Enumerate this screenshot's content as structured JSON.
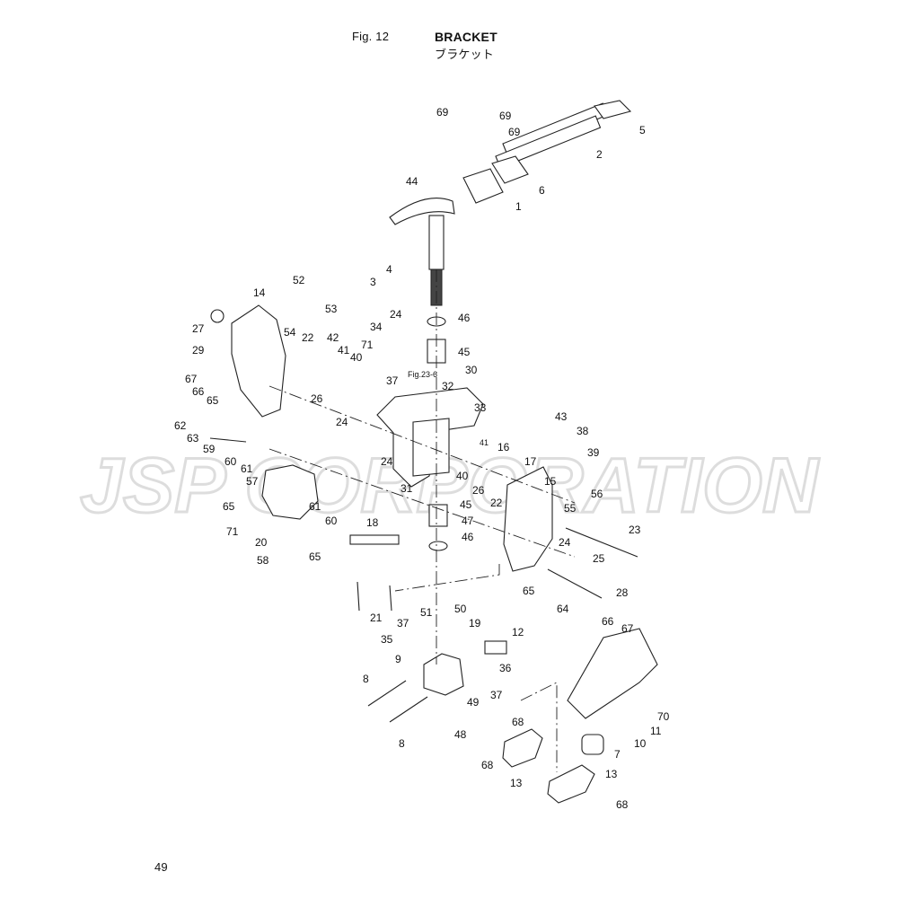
{
  "header": {
    "fig_label": "Fig. 12",
    "title_en": "BRACKET",
    "title_jp": "ブラケット"
  },
  "page_number": "49",
  "watermark": {
    "text": "JSP CORPORATION"
  },
  "figure_ref": "Fig.23-6",
  "callouts": [
    {
      "id": "c1",
      "text": "1"
    },
    {
      "id": "c2",
      "text": "2"
    },
    {
      "id": "c3",
      "text": "3"
    },
    {
      "id": "c4",
      "text": "4"
    },
    {
      "id": "c5",
      "text": "5"
    },
    {
      "id": "c6",
      "text": "6"
    },
    {
      "id": "c7",
      "text": "7"
    },
    {
      "id": "c8a",
      "text": "8"
    },
    {
      "id": "c8b",
      "text": "8"
    },
    {
      "id": "c9",
      "text": "9"
    },
    {
      "id": "c10",
      "text": "10"
    },
    {
      "id": "c11",
      "text": "11"
    },
    {
      "id": "c12",
      "text": "12"
    },
    {
      "id": "c13a",
      "text": "13"
    },
    {
      "id": "c13b",
      "text": "13"
    },
    {
      "id": "c14",
      "text": "14"
    },
    {
      "id": "c15",
      "text": "15"
    },
    {
      "id": "c16",
      "text": "16"
    },
    {
      "id": "c17",
      "text": "17"
    },
    {
      "id": "c18",
      "text": "18"
    },
    {
      "id": "c19",
      "text": "19"
    },
    {
      "id": "c20",
      "text": "20"
    },
    {
      "id": "c21",
      "text": "21"
    },
    {
      "id": "c22a",
      "text": "22"
    },
    {
      "id": "c22b",
      "text": "22"
    },
    {
      "id": "c23",
      "text": "23"
    },
    {
      "id": "c24a",
      "text": "24"
    },
    {
      "id": "c24b",
      "text": "24"
    },
    {
      "id": "c24c",
      "text": "24"
    },
    {
      "id": "c24d",
      "text": "24"
    },
    {
      "id": "c25",
      "text": "25"
    },
    {
      "id": "c26a",
      "text": "26"
    },
    {
      "id": "c26b",
      "text": "26"
    },
    {
      "id": "c27",
      "text": "27"
    },
    {
      "id": "c28",
      "text": "28"
    },
    {
      "id": "c29",
      "text": "29"
    },
    {
      "id": "c30",
      "text": "30"
    },
    {
      "id": "c31",
      "text": "31"
    },
    {
      "id": "c32",
      "text": "32"
    },
    {
      "id": "c33",
      "text": "33"
    },
    {
      "id": "c34",
      "text": "34"
    },
    {
      "id": "c35",
      "text": "35"
    },
    {
      "id": "c36",
      "text": "36"
    },
    {
      "id": "c37a",
      "text": "37"
    },
    {
      "id": "c37b",
      "text": "37"
    },
    {
      "id": "c37c",
      "text": "37"
    },
    {
      "id": "c38",
      "text": "38"
    },
    {
      "id": "c39",
      "text": "39"
    },
    {
      "id": "c40a",
      "text": "40"
    },
    {
      "id": "c40b",
      "text": "40"
    },
    {
      "id": "c41a",
      "text": "41"
    },
    {
      "id": "c41b",
      "text": "41"
    },
    {
      "id": "c42",
      "text": "42"
    },
    {
      "id": "c43",
      "text": "43"
    },
    {
      "id": "c44",
      "text": "44"
    },
    {
      "id": "c45a",
      "text": "45"
    },
    {
      "id": "c45b",
      "text": "45"
    },
    {
      "id": "c46a",
      "text": "46"
    },
    {
      "id": "c46b",
      "text": "46"
    },
    {
      "id": "c47",
      "text": "47"
    },
    {
      "id": "c48",
      "text": "48"
    },
    {
      "id": "c49",
      "text": "49"
    },
    {
      "id": "c50",
      "text": "50"
    },
    {
      "id": "c51",
      "text": "51"
    },
    {
      "id": "c52",
      "text": "52"
    },
    {
      "id": "c53",
      "text": "53"
    },
    {
      "id": "c54",
      "text": "54"
    },
    {
      "id": "c55",
      "text": "55"
    },
    {
      "id": "c56",
      "text": "56"
    },
    {
      "id": "c57",
      "text": "57"
    },
    {
      "id": "c58",
      "text": "58"
    },
    {
      "id": "c59",
      "text": "59"
    },
    {
      "id": "c60a",
      "text": "60"
    },
    {
      "id": "c60b",
      "text": "60"
    },
    {
      "id": "c61a",
      "text": "61"
    },
    {
      "id": "c61b",
      "text": "61"
    },
    {
      "id": "c62",
      "text": "62"
    },
    {
      "id": "c63",
      "text": "63"
    },
    {
      "id": "c64",
      "text": "64"
    },
    {
      "id": "c65a",
      "text": "65"
    },
    {
      "id": "c65b",
      "text": "65"
    },
    {
      "id": "c65c",
      "text": "65"
    },
    {
      "id": "c65d",
      "text": "65"
    },
    {
      "id": "c66a",
      "text": "66"
    },
    {
      "id": "c66b",
      "text": "66"
    },
    {
      "id": "c67a",
      "text": "67"
    },
    {
      "id": "c67b",
      "text": "67"
    },
    {
      "id": "c68a",
      "text": "68"
    },
    {
      "id": "c68b",
      "text": "68"
    },
    {
      "id": "c68c",
      "text": "68"
    },
    {
      "id": "c69a",
      "text": "69"
    },
    {
      "id": "c69b",
      "text": "69"
    },
    {
      "id": "c69c",
      "text": "69"
    },
    {
      "id": "c70",
      "text": "70"
    },
    {
      "id": "c71a",
      "text": "71"
    },
    {
      "id": "c71b",
      "text": "71"
    }
  ]
}
